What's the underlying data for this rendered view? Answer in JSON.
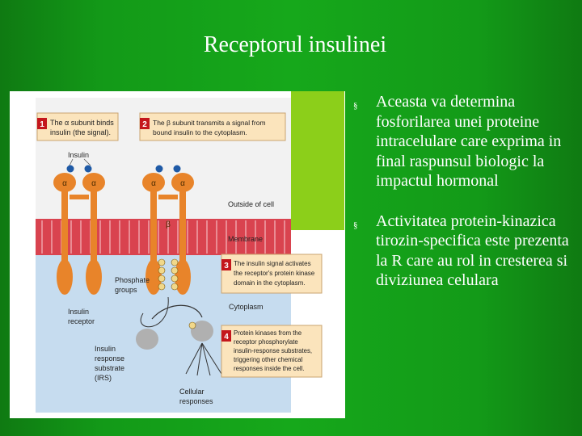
{
  "slide": {
    "title": "Receptorul insulinei",
    "bullets": [
      "Aceasta va determina fosforilarea unei proteine intracelulare care exprima in final raspunsul biologic la impactul hormonal",
      "Activitatea protein-kinazica tirozin-specifica este prezenta la R care au rol in cresterea si diviziunea celulara"
    ],
    "bullet_marker": "§"
  },
  "figure": {
    "step1": {
      "num": "1",
      "lines": [
        "The α subunit binds",
        "insulin (the signal)."
      ]
    },
    "step2": {
      "num": "2",
      "lines": [
        "The β subunit transmits a signal from",
        "bound insulin to the cytoplasm."
      ]
    },
    "step3": {
      "num": "3",
      "lines": [
        "The insulin signal activates",
        "the receptor's protein kinase",
        "domain in the cytoplasm."
      ]
    },
    "step4": {
      "num": "4",
      "lines": [
        "Protein kinases from the",
        "receptor phosphorylate",
        "insulin-response substrates,",
        "triggering other chemical",
        "responses inside the cell."
      ]
    },
    "labels": {
      "insulin": "Insulin",
      "outside": "Outside of cell",
      "membrane": "Membrane",
      "cytoplasm": "Cytoplasm",
      "phosphate": [
        "Phosphate",
        "groups"
      ],
      "receptor": [
        "Insulin",
        "receptor"
      ],
      "irs": [
        "Insulin",
        "response",
        "substrate",
        "(IRS)"
      ],
      "cellular": [
        "Cellular",
        "responses"
      ],
      "alpha": "α",
      "beta": "β",
      "p": "P"
    },
    "colors": {
      "orange": "#e8842a",
      "blue_bg": "#c6dcef",
      "membrane": "#e24a58",
      "box": "#fbe4bc",
      "badge": "#c4161c"
    }
  }
}
